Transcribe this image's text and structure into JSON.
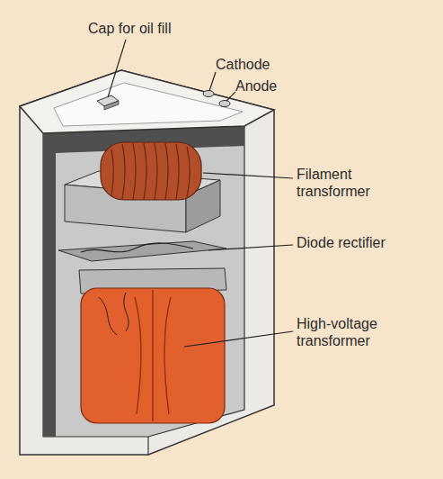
{
  "diagram": {
    "labels": [
      "Cap for oil fill",
      "Cathode",
      "Anode",
      "Filament transformer",
      "Diode rectifier",
      "High-voltage transformer"
    ]
  }
}
